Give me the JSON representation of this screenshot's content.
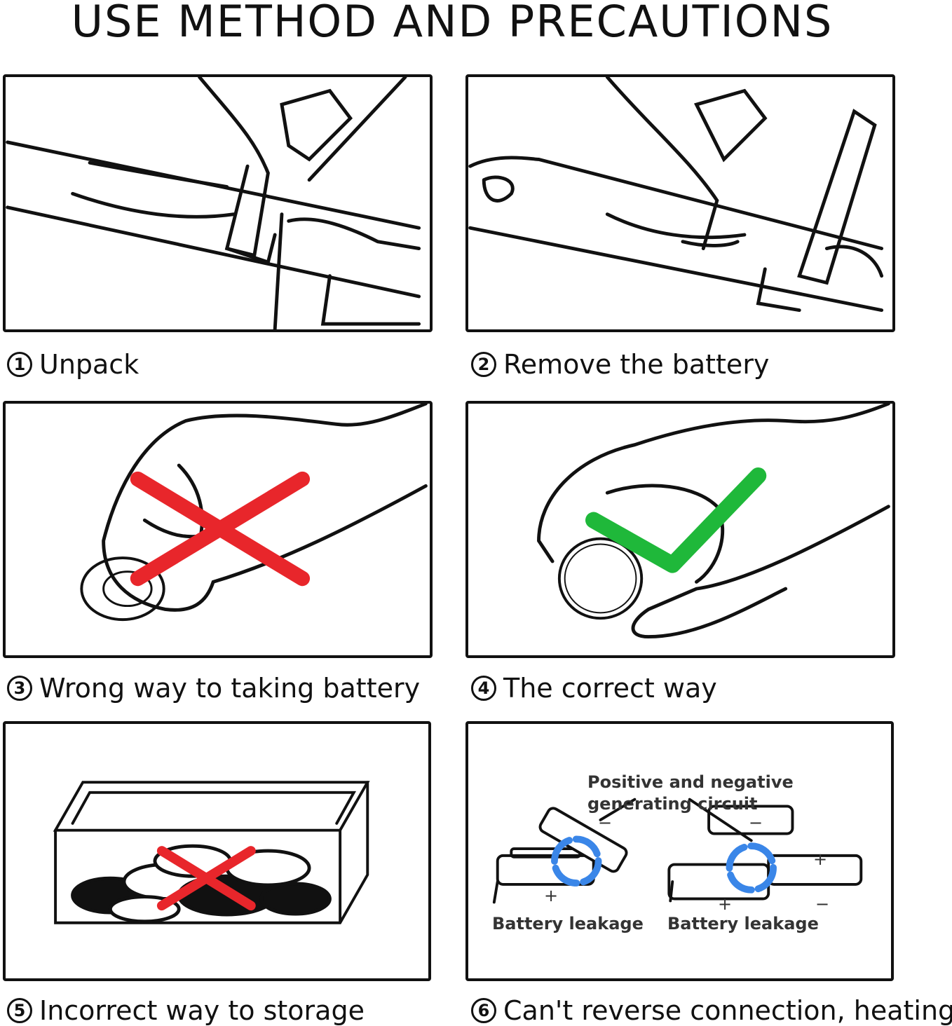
{
  "title": "USE METHOD AND PRECAUTIONS",
  "steps": [
    {
      "num": "1",
      "label": "Unpack"
    },
    {
      "num": "2",
      "label": "Remove the battery"
    },
    {
      "num": "3",
      "label": "Wrong way to taking battery"
    },
    {
      "num": "4",
      "label": "The correct way"
    },
    {
      "num": "5",
      "label": "Incorrect way to storage"
    },
    {
      "num": "6",
      "label": "Can't reverse connection, heating"
    }
  ],
  "diagram": {
    "circuit_label_1": "Positive and negative",
    "circuit_label_2": "generating circuit",
    "leakage_left": "Battery leakage",
    "leakage_right": "Battery leakage",
    "plus": "+",
    "minus": "−"
  },
  "colors": {
    "wrong": "#e8262b",
    "correct": "#1fb83a",
    "circuit": "#3a86e8"
  }
}
